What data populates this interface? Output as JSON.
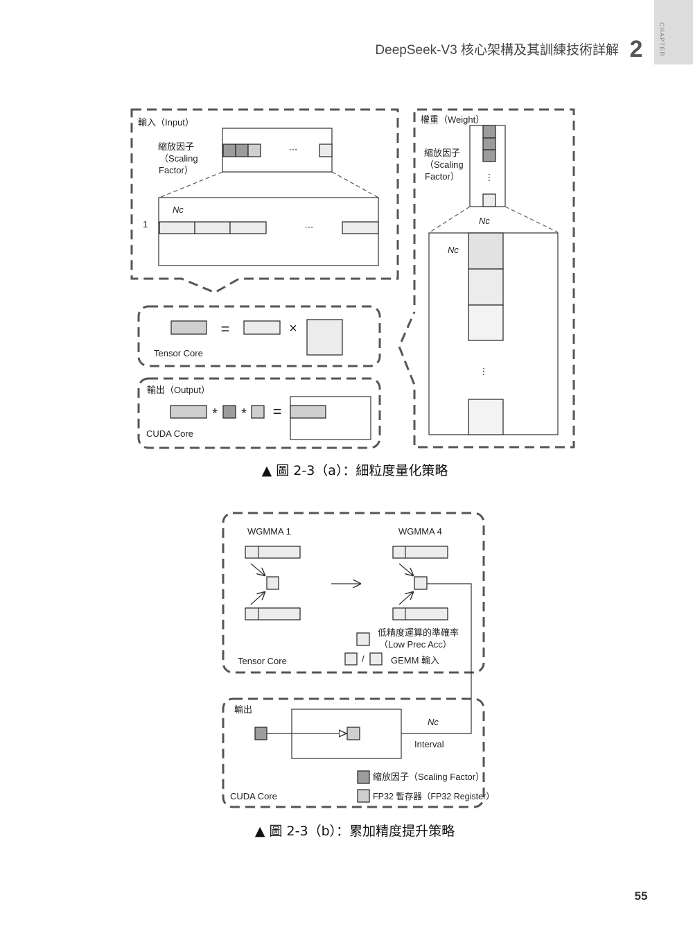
{
  "header": {
    "title": "DeepSeek-V3 核心架構及其訓練技術詳解",
    "chapter_number": "2",
    "chapter_label": "CHAPTER"
  },
  "figure_a": {
    "input_label": "輸入（Input）",
    "scaling_factor_lines": [
      "縮放因子",
      "（Scaling",
      "Factor）"
    ],
    "weight_scaling_factor_lines": [
      "縮放因子",
      "（Scaling",
      "Factor）"
    ],
    "nc": "Nc",
    "row_label": "1",
    "ellipsis": "⋯",
    "vellipsis": "⋮",
    "weight_label": "權重（Weight）",
    "tensor_core": "Tensor Core",
    "equals": "=",
    "times": "×",
    "star": "*",
    "output_label": "輸出（Output）",
    "cuda_core": "CUDA Core",
    "caption": "▲ 圖 2-3（a）：細粒度量化策略"
  },
  "figure_b": {
    "wgmma1": "WGMMA 1",
    "wgmma4": "WGMMA 4",
    "legend_low_prec": "低精度運算的準確率",
    "legend_low_prec_en": "（Low Prec Acc）",
    "legend_slash": "/",
    "legend_gemm": "GEMM 輸入",
    "tensor_core": "Tensor Core",
    "output_label": "輸出",
    "nc": "Nc",
    "interval": "Interval",
    "legend_scaling": "縮放因子（Scaling Factor）",
    "legend_fp32": "FP32 暫存器（FP32 Register）",
    "cuda_core": "CUDA Core",
    "caption": "▲ 圖 2-3（b）：累加精度提升策略"
  },
  "page_number": "55"
}
